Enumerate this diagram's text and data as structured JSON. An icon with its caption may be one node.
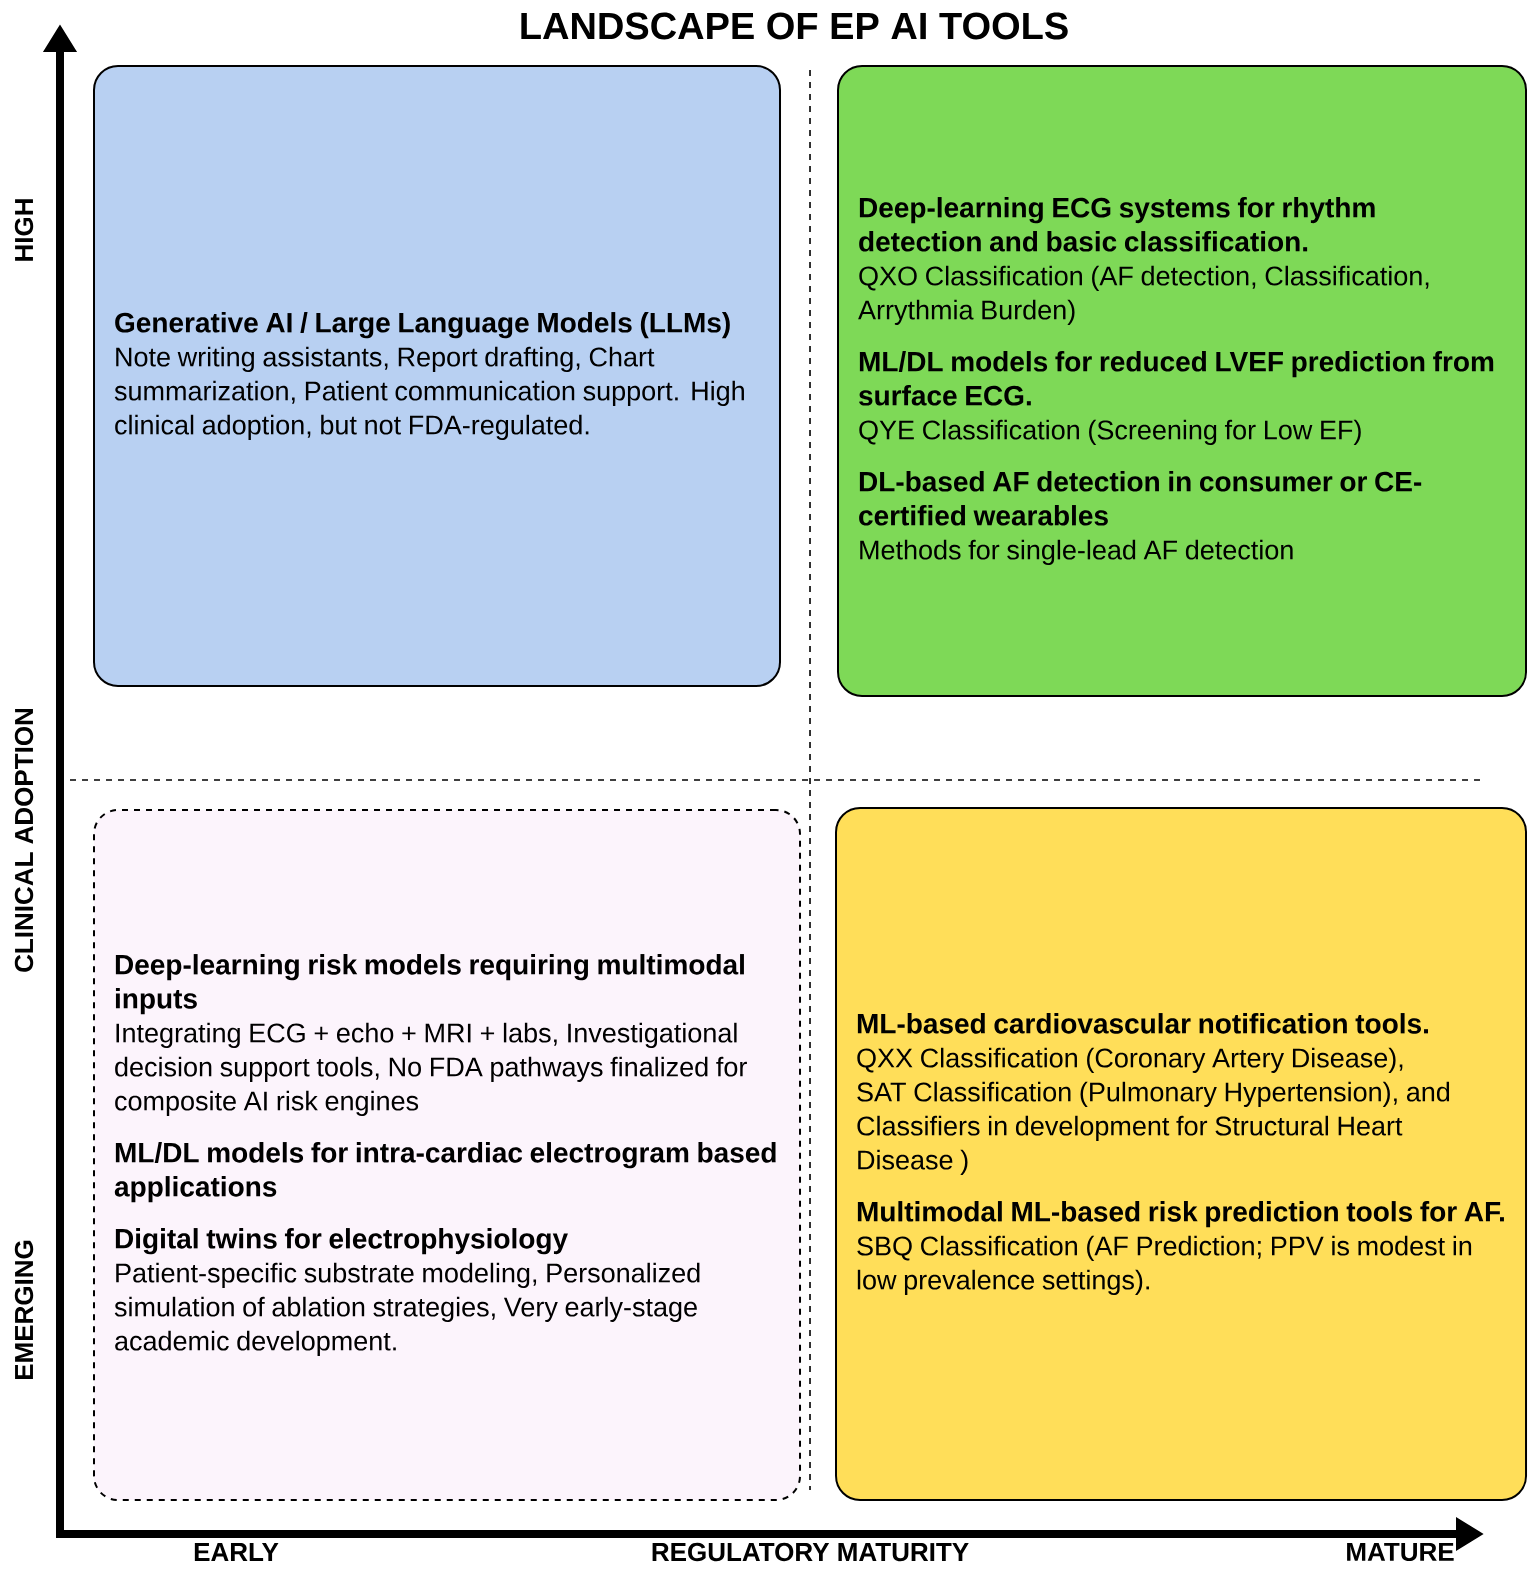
{
  "diagram": {
    "title": "LANDSCAPE OF EP AI TOOLS",
    "nodes": [
      {
        "text": [
          "Generative AI / Large Language Models (LLMs)",
          "Note writing assistants, Report drafting, Chart summarization, Patient communication support.  High clinical adoption, but not FDA-regulated."
        ]
      },
      {
        "text": [
          "Deep-learning ECG systems for rhythm detection and basic classification.",
          "QXO Classification (AF detection, Classification, Arrythmia Burden)",
          "ML/DL models for reduced LVEF prediction from surface ECG.",
          "QYE Classification (Screening for Low EF)",
          "DL-based AF detection in consumer or CE-certified wearables",
          "Methods for single-lead AF detection"
        ]
      },
      {
        "text": [
          "Deep-learning risk models requiring multimodal inputs",
          "Integrating ECG + echo + MRI + labs, Investigational decision support tools, No FDA pathways finalized for composite AI risk engines",
          "ML/DL models for intra-cardiac electrogram based applications",
          "Digital twins for electrophysiology",
          "Patient-specific substrate modeling, Personalized simulation of ablation strategies, Very early-stage academic development."
        ]
      },
      {
        "text": [
          "ML-based cardiovascular notification tools.",
          "QXX Classification (Coronary Artery Disease), SAT Classification  (Pulmonary Hypertension), and Classifiers in development for Structural Heart Disease )",
          "Multimodal ML-based risk prediction tools for AF.",
          "SBQ Classification (AF Prediction; PPV is modest in low prevalence settings)."
        ]
      }
    ],
    "labels": [
      "HIGH",
      "CLINICAL ADOPTION",
      "EMERGING",
      "EARLY",
      "REGULATORY MATURITY",
      "MATURE"
    ]
  }
}
